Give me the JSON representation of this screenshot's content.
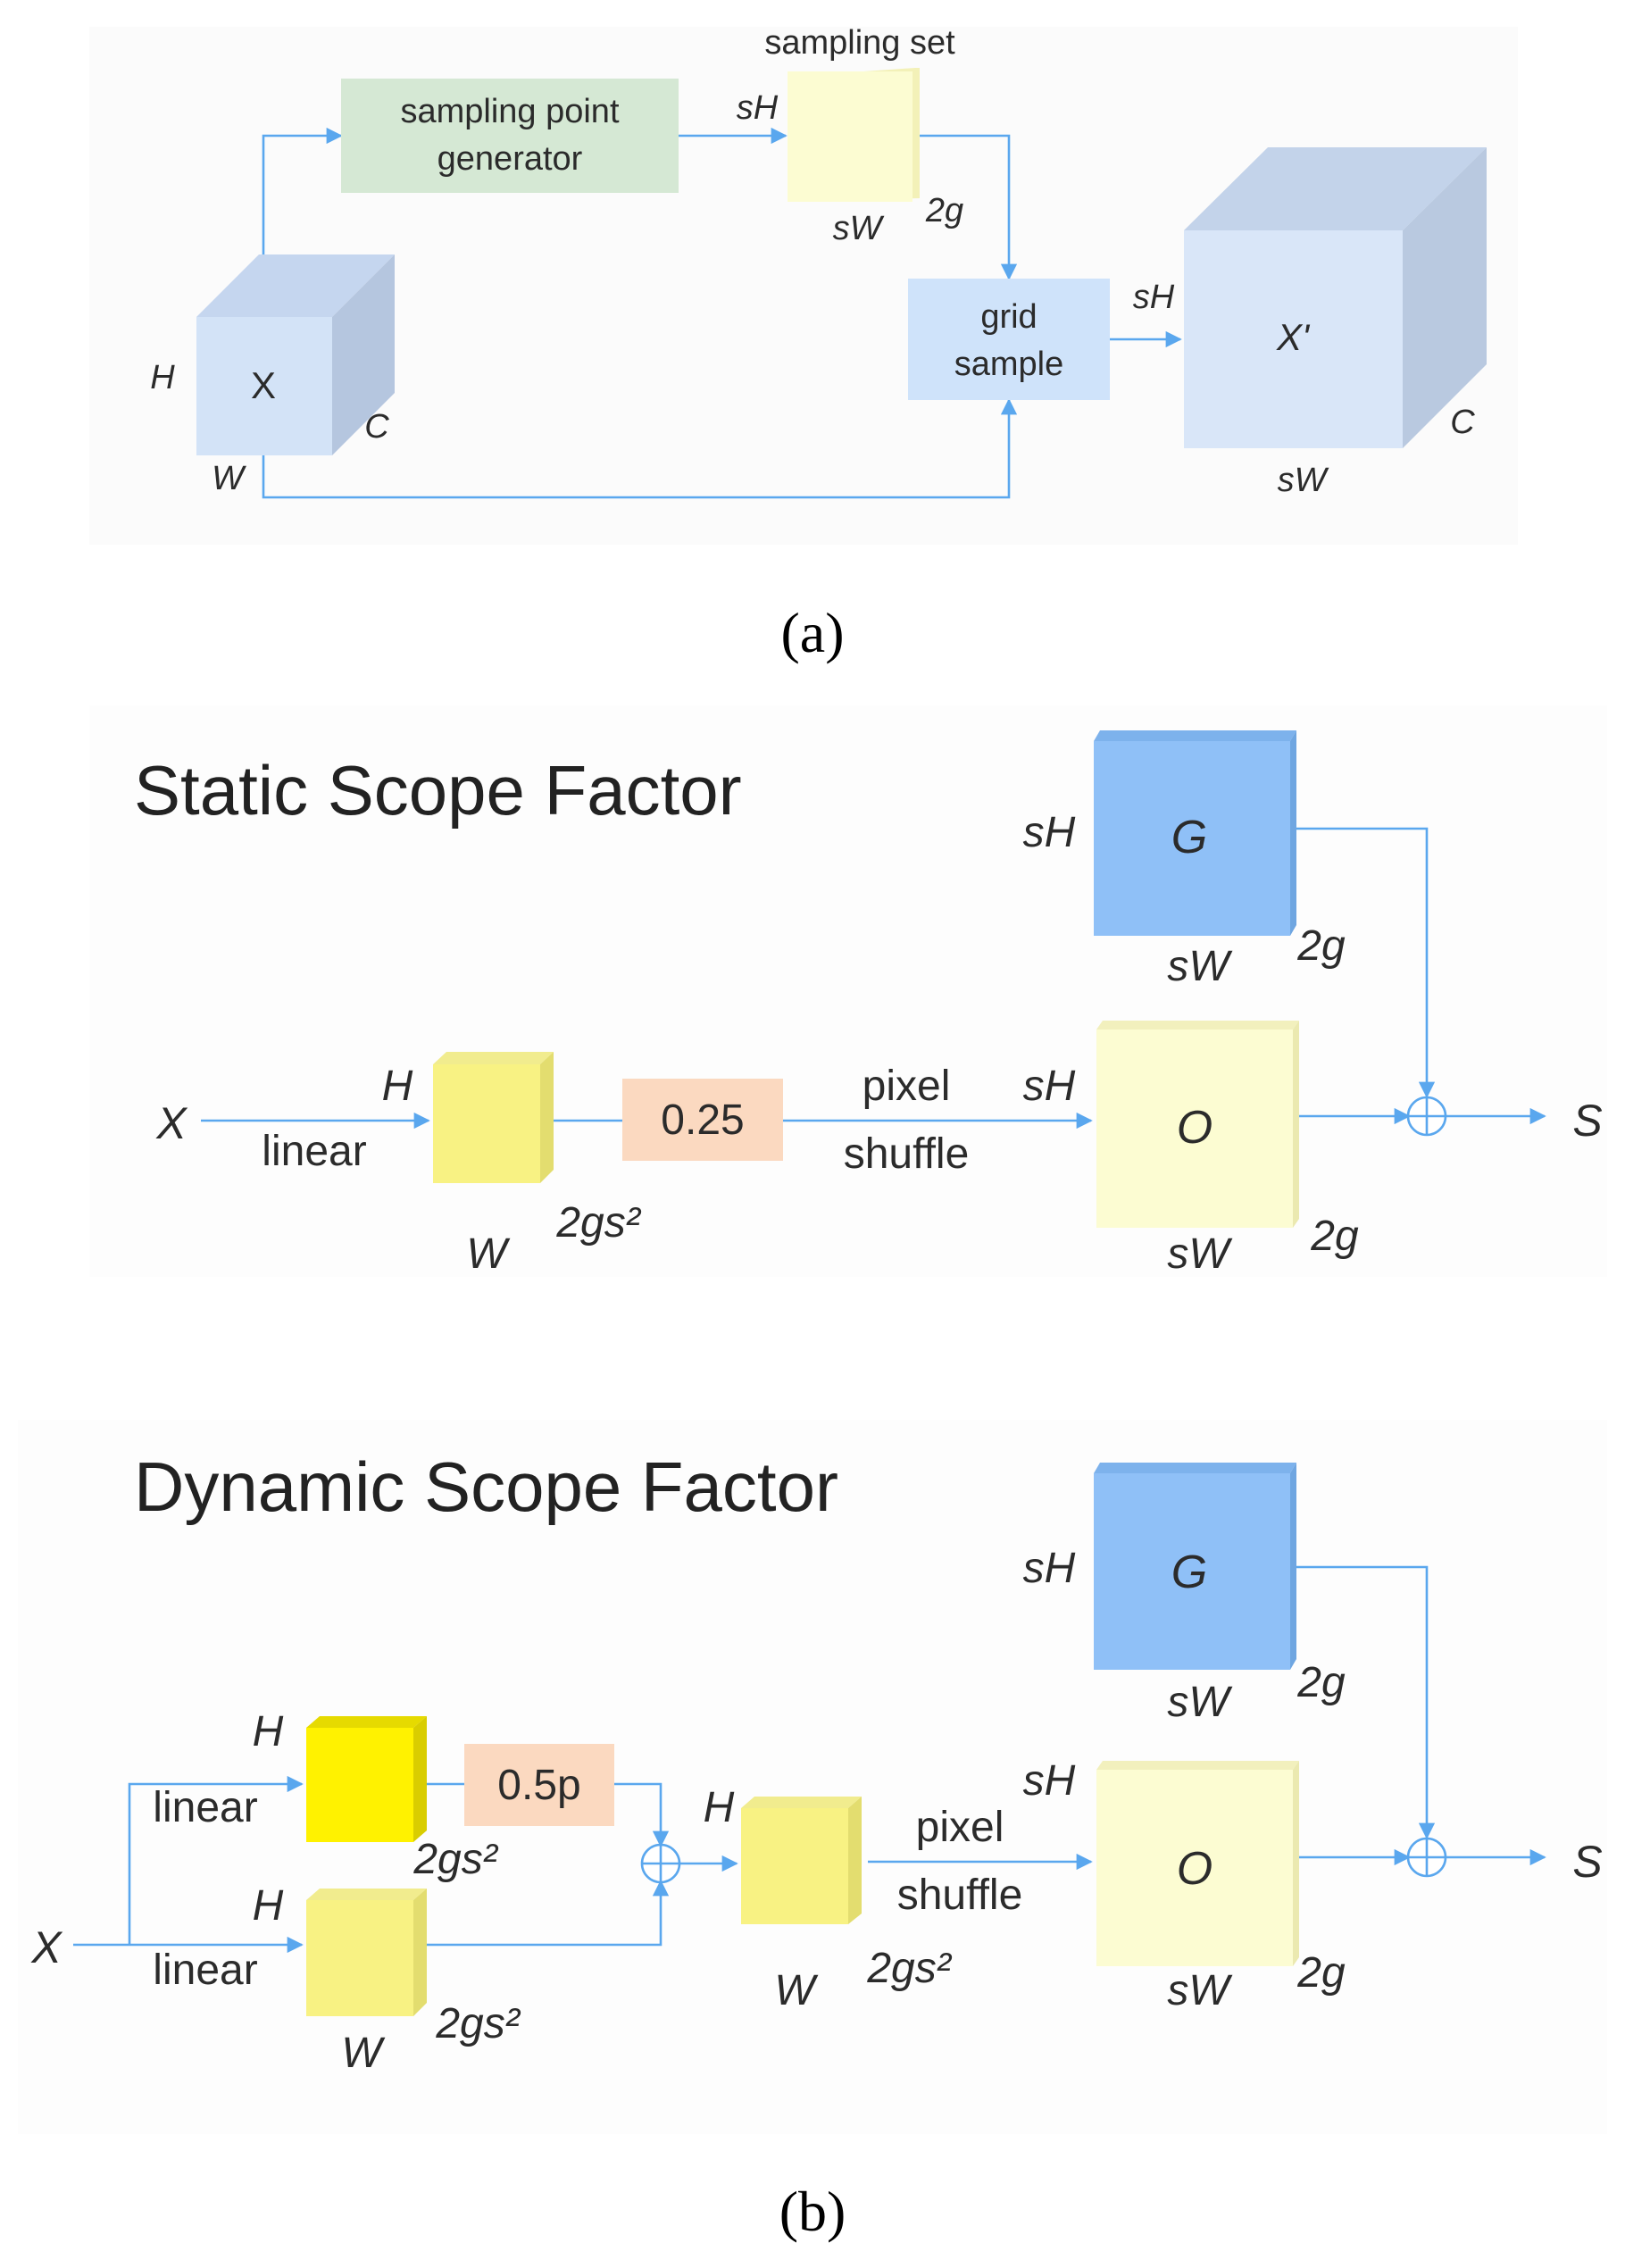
{
  "panel_a": {
    "caption": "(a)",
    "sampling_point_generator": "sampling point generator",
    "sampling_point_generator_line1": "sampling point",
    "sampling_point_generator_line2": "generator",
    "sampling_set_label": "sampling set",
    "sampling_set_dims": {
      "height": "sH",
      "width": "sW",
      "depth": "2g"
    },
    "grid_sample_line1": "grid",
    "grid_sample_line2": "sample",
    "input_tensor": {
      "name": "X",
      "height": "H",
      "width": "W",
      "channels": "C"
    },
    "output_tensor": {
      "name": "X'",
      "height": "sH",
      "width": "sW",
      "channels": "C"
    }
  },
  "panel_b": {
    "caption": "(b)",
    "static": {
      "title": "Static Scope Factor",
      "input": "X",
      "linear": "linear",
      "feature_dims": {
        "height": "H",
        "width": "W",
        "depth": "2gs²"
      },
      "factor": "0.25",
      "pixel_shuffle_line1": "pixel",
      "pixel_shuffle_line2": "shuffle",
      "offset": {
        "name": "O",
        "height": "sH",
        "width": "sW",
        "depth": "2g"
      },
      "grid": {
        "name": "G",
        "height": "sH",
        "width": "sW",
        "depth": "2g"
      },
      "output": "S"
    },
    "dynamic": {
      "title": "Dynamic Scope Factor",
      "input": "X",
      "linear_top": "linear",
      "linear_bottom": "linear",
      "top_dims": {
        "height": "H",
        "depth": "2gs²"
      },
      "bottom_dims": {
        "height": "H",
        "width": "W",
        "depth": "2gs²"
      },
      "factor": "0.5p",
      "merged_dims": {
        "height": "H",
        "width": "W",
        "depth": "2gs²"
      },
      "pixel_shuffle_line1": "pixel",
      "pixel_shuffle_line2": "shuffle",
      "offset": {
        "name": "O",
        "height": "sH",
        "width": "sW",
        "depth": "2g"
      },
      "grid": {
        "name": "G",
        "height": "sH",
        "width": "sW",
        "depth": "2g"
      },
      "output": "S"
    }
  },
  "colors": {
    "wire": "#5aa7ee",
    "light_blue": "#d3e3f7",
    "green": "#d5e8d4",
    "pale_yellow": "#fcfcd2",
    "yellow": "#f8f283",
    "bright_yellow": "#fff200",
    "orange": "#fbd9c0",
    "blue": "#8fc0f7"
  }
}
